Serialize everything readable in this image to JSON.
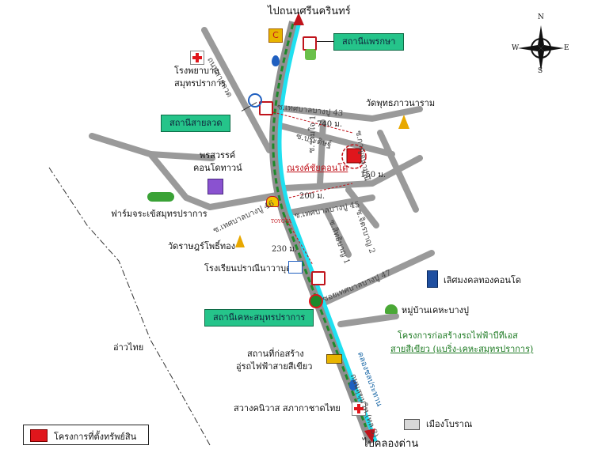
{
  "colors": {
    "skytrain": "#20e0f0",
    "road": "#9a9a9a",
    "station_box": "#25c48a",
    "project": "#e0161c",
    "dist_line": "#c0141c"
  },
  "top_direction": "ไปถนนศรีนครินทร์",
  "bottom_direction": "ไปคลองด่าน",
  "compass": {
    "n": "N",
    "s": "S",
    "e": "E",
    "w": "W"
  },
  "stations": {
    "phraksa": "สถานีแพรกษา",
    "saiload": "สถานีสายลวด",
    "kheha": "สถานีเคหะสมุทรปราการ"
  },
  "places": {
    "hospital": [
      "โรงพยาบาล",
      "สมุทรปราการ"
    ],
    "wat_phut": "วัดพุทธภาวนาราม",
    "pruksa": [
      "พรสวรรค์",
      "คอนโดทาวน์"
    ],
    "croc_farm": "ฟาร์มจระเข้สมุทรปราการ",
    "wat_rat": "วัดราษฎร์โพธิ์ทอง",
    "school": "โรงเรียนปราณีนาวาบุตร",
    "condo_right": "เลิศมงคลทองคอนโด",
    "village": "หมู่บ้านเคหะบางปู",
    "project_line_1": "โครงการก่อสร้างรถไฟฟ้าบีทีเอส",
    "project_line_2": "สายสีเขียว (แบริ่ง-เคหะสมุทรปราการ)",
    "depot": [
      "สถานที่ก่อสร้าง",
      "อู่รถไฟฟ้าสายสีเขียว"
    ],
    "ang_thai": "อ่าวไทย",
    "swang": "สวางคนิวาส สภากาชาดไทย",
    "muang_boran": "เมืองโบราณ",
    "intersection": "ณรงค์ชัยคอนโด"
  },
  "roads": {
    "saiload_road": "ถนนสายลวด",
    "soi43": "ซ.เทศบาลบางปู 43",
    "soi_pradit": "ซ.ประดิษฐ์",
    "soi_ruamjai": "ซ.ร่วมใจ 1",
    "soi_kanok": "ซ.กาญจนามณี",
    "soi45": "ซ.เทศบาลบางปู 45",
    "soi46": "ซ.เทศบาลบางปู 46",
    "soi_chit": "ซ.จิตรบาญ 2",
    "soi_sin": "ซ.สิทธิบาญ 1",
    "soi47": "ซอยเทศบาลบางปู 47",
    "main_road": "ถนนสุขุมวิท (ทล.3)",
    "canal": "คลองชลประทาน"
  },
  "distances": {
    "d740": "740 ม.",
    "d150": "150 ม.",
    "d200": "200 ม.",
    "d230": "230 ม."
  },
  "legend": {
    "label": "โครงการที่ตั้งทรัพย์สิน"
  }
}
